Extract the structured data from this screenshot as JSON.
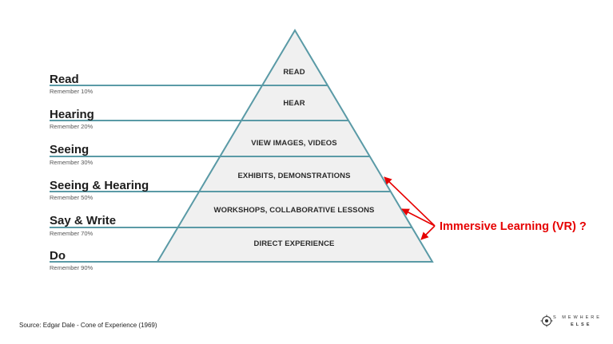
{
  "levels": [
    {
      "title": "Read",
      "remember": "Remember 10%",
      "tier": "READ"
    },
    {
      "title": "Hearing",
      "remember": "Remember 20%",
      "tier": "HEAR"
    },
    {
      "title": "Seeing",
      "remember": "Remember 30%",
      "tier": "VIEW IMAGES, VIDEOS"
    },
    {
      "title": "Seeing & Hearing",
      "remember": "Remember 50%",
      "tier": "EXHIBITS, DEMONSTRATIONS"
    },
    {
      "title": "Say & Write",
      "remember": "Remember 70%",
      "tier": "WORKSHOPS, COLLABORATIVE LESSONS"
    },
    {
      "title": "Do",
      "remember": "Remember 90%",
      "tier": "DIRECT EXPERIENCE"
    }
  ],
  "callout": "Immersive Learning (VR) ?",
  "source": "Source: Edgar Dale - Cone of Experience (1969)",
  "logo": {
    "line1": "S MEWHERE",
    "line2": "ELSE"
  },
  "colors": {
    "pyramid_fill": "#f0f0f0",
    "pyramid_stroke": "#5a9aa6",
    "callout": "#e60000"
  }
}
